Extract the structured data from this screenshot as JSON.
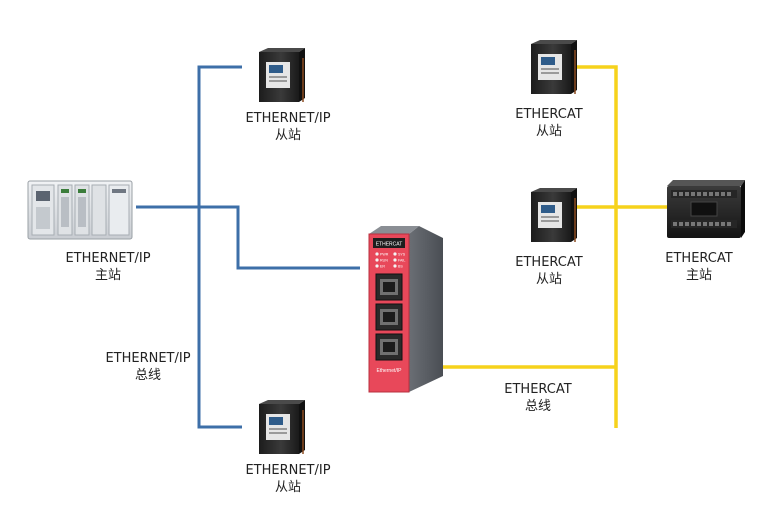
{
  "colors": {
    "ethernet_ip_bus": "#3d6fa8",
    "ethercat_bus": "#f6d21c",
    "gateway_body": "#e8485a",
    "background": "#ffffff"
  },
  "gateway": {
    "brand": "ETHERCAT",
    "model_label": "Ethernet/IP",
    "leds": [
      "PWR",
      "SYS",
      "RUN",
      "FAIL",
      "ER",
      "BS"
    ]
  },
  "labels": {
    "ethernet_ip_master": {
      "line1": "ETHERNET/IP",
      "line2": "主站"
    },
    "ethernet_ip_slave_top": {
      "line1": "ETHERNET/IP",
      "line2": "从站"
    },
    "ethernet_ip_slave_bottom": {
      "line1": "ETHERNET/IP",
      "line2": "从站"
    },
    "ethernet_ip_bus": {
      "line1": "ETHERNET/IP",
      "line2": "总线"
    },
    "ethercat_slave_top": {
      "line1": "ETHERCAT",
      "line2": "从站"
    },
    "ethercat_slave_mid": {
      "line1": "ETHERCAT",
      "line2": "从站"
    },
    "ethercat_master": {
      "line1": "ETHERCAT",
      "line2": "主站"
    },
    "ethercat_bus": {
      "line1": "ETHERCAT",
      "line2": "总线"
    }
  },
  "icons": {
    "plc_master": "plc-rack-icon",
    "servo_drive": "servo-drive-icon",
    "ethercat_master": "ethercat-controller-icon",
    "gateway": "gateway-icon"
  }
}
